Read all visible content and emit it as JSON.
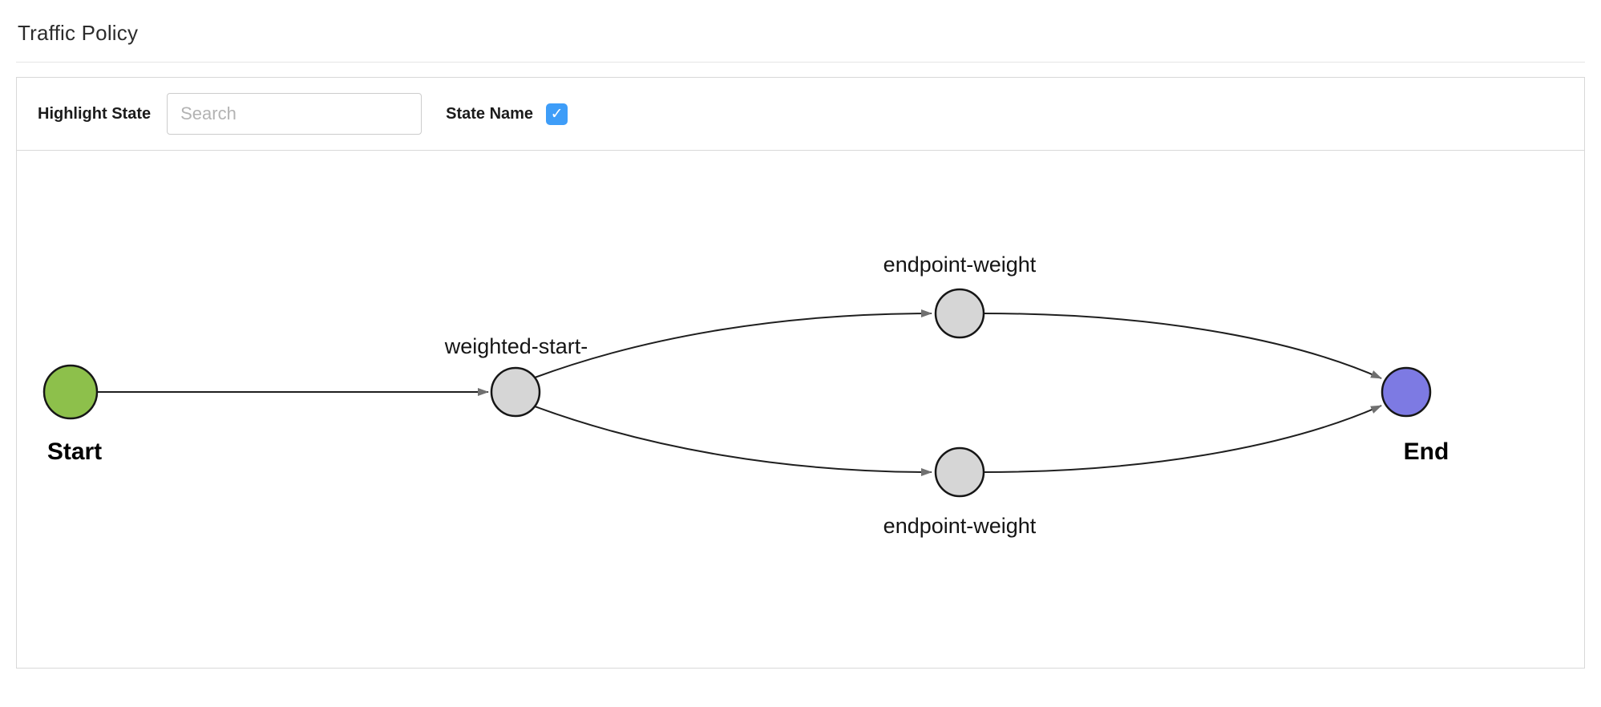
{
  "page": {
    "title": "Traffic Policy"
  },
  "toolbar": {
    "highlight_state_label": "Highlight State",
    "search_placeholder": "Search",
    "search_value": "",
    "state_name_label": "State Name",
    "state_name_checked": true,
    "checkbox_color": "#3e9df8"
  },
  "diagram": {
    "colors": {
      "start_fill": "#8dc04b",
      "end_fill": "#7d7ae3",
      "state_fill": "#d6d6d6",
      "node_stroke": "#161616",
      "edge_stroke": "#1f1f1f",
      "arrowhead": "#707070"
    },
    "nodes": {
      "start": {
        "label": "Start"
      },
      "weighted_start": {
        "label": "weighted-start-"
      },
      "endpoint_top": {
        "label": "endpoint-weight"
      },
      "endpoint_bottom": {
        "label": "endpoint-weight"
      },
      "end": {
        "label": "End"
      }
    },
    "edges": [
      {
        "from": "Start",
        "to": "weighted-start-"
      },
      {
        "from": "weighted-start-",
        "to": "endpoint-weight (top)"
      },
      {
        "from": "endpoint-weight (top)",
        "to": "End"
      },
      {
        "from": "weighted-start-",
        "to": "endpoint-weight (bottom)"
      },
      {
        "from": "endpoint-weight (bottom)",
        "to": "End"
      }
    ]
  }
}
